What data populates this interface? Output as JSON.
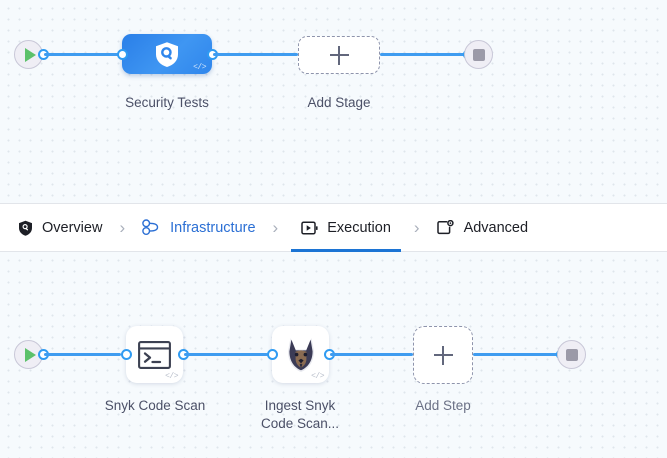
{
  "theme": {
    "canvas_bg": "#f6fafd",
    "grid_dot": "#dfe5ec",
    "link": "#3f9cf0",
    "port_ring": "#2f9bf2",
    "accent_blue": "#1c74d4",
    "link_text": "#2b6fd4",
    "stage_gradient_from": "#2a7fe8",
    "stage_gradient_to": "#2f86ec",
    "play_green": "#5cc16a",
    "stop_gray": "#9b9aa8",
    "dashed_border": "#8e94ac",
    "tabbar_bg": "#ffffff",
    "tabbar_border": "#e2e5ea"
  },
  "stage_canvas": {
    "start_node": {
      "icon": "play-icon",
      "label": ""
    },
    "nodes": [
      {
        "id": "security-tests",
        "label": "Security Tests",
        "icon": "shield-search-icon",
        "badge": "</>",
        "type": "stage"
      },
      {
        "id": "add-stage",
        "label": "Add Stage",
        "icon": "plus-icon",
        "type": "add"
      }
    ],
    "end_node": {
      "icon": "stop-icon",
      "label": ""
    }
  },
  "tabbar": {
    "tabs": [
      {
        "id": "overview",
        "label": "Overview",
        "icon": "shield-icon",
        "state": "default"
      },
      {
        "id": "infrastructure",
        "label": "Infrastructure",
        "icon": "cluster-nodes-icon",
        "state": "link"
      },
      {
        "id": "execution",
        "label": "Execution",
        "icon": "play-box-icon",
        "state": "active"
      },
      {
        "id": "advanced",
        "label": "Advanced",
        "icon": "box-gear-icon",
        "state": "default"
      }
    ],
    "separator": "›"
  },
  "step_canvas": {
    "start_node": {
      "icon": "play-icon",
      "label": ""
    },
    "nodes": [
      {
        "id": "snyk-code-scan",
        "label": "Snyk Code Scan",
        "icon": "terminal-icon",
        "badge": "</>",
        "type": "step"
      },
      {
        "id": "ingest-snyk-code-scan",
        "label": "Ingest Snyk\nCode Scan...",
        "icon": "snyk-dog-logo-icon",
        "badge": "</>",
        "type": "step"
      },
      {
        "id": "add-step",
        "label": "Add Step",
        "icon": "plus-icon",
        "type": "add"
      }
    ],
    "end_node": {
      "icon": "stop-icon",
      "label": ""
    }
  }
}
